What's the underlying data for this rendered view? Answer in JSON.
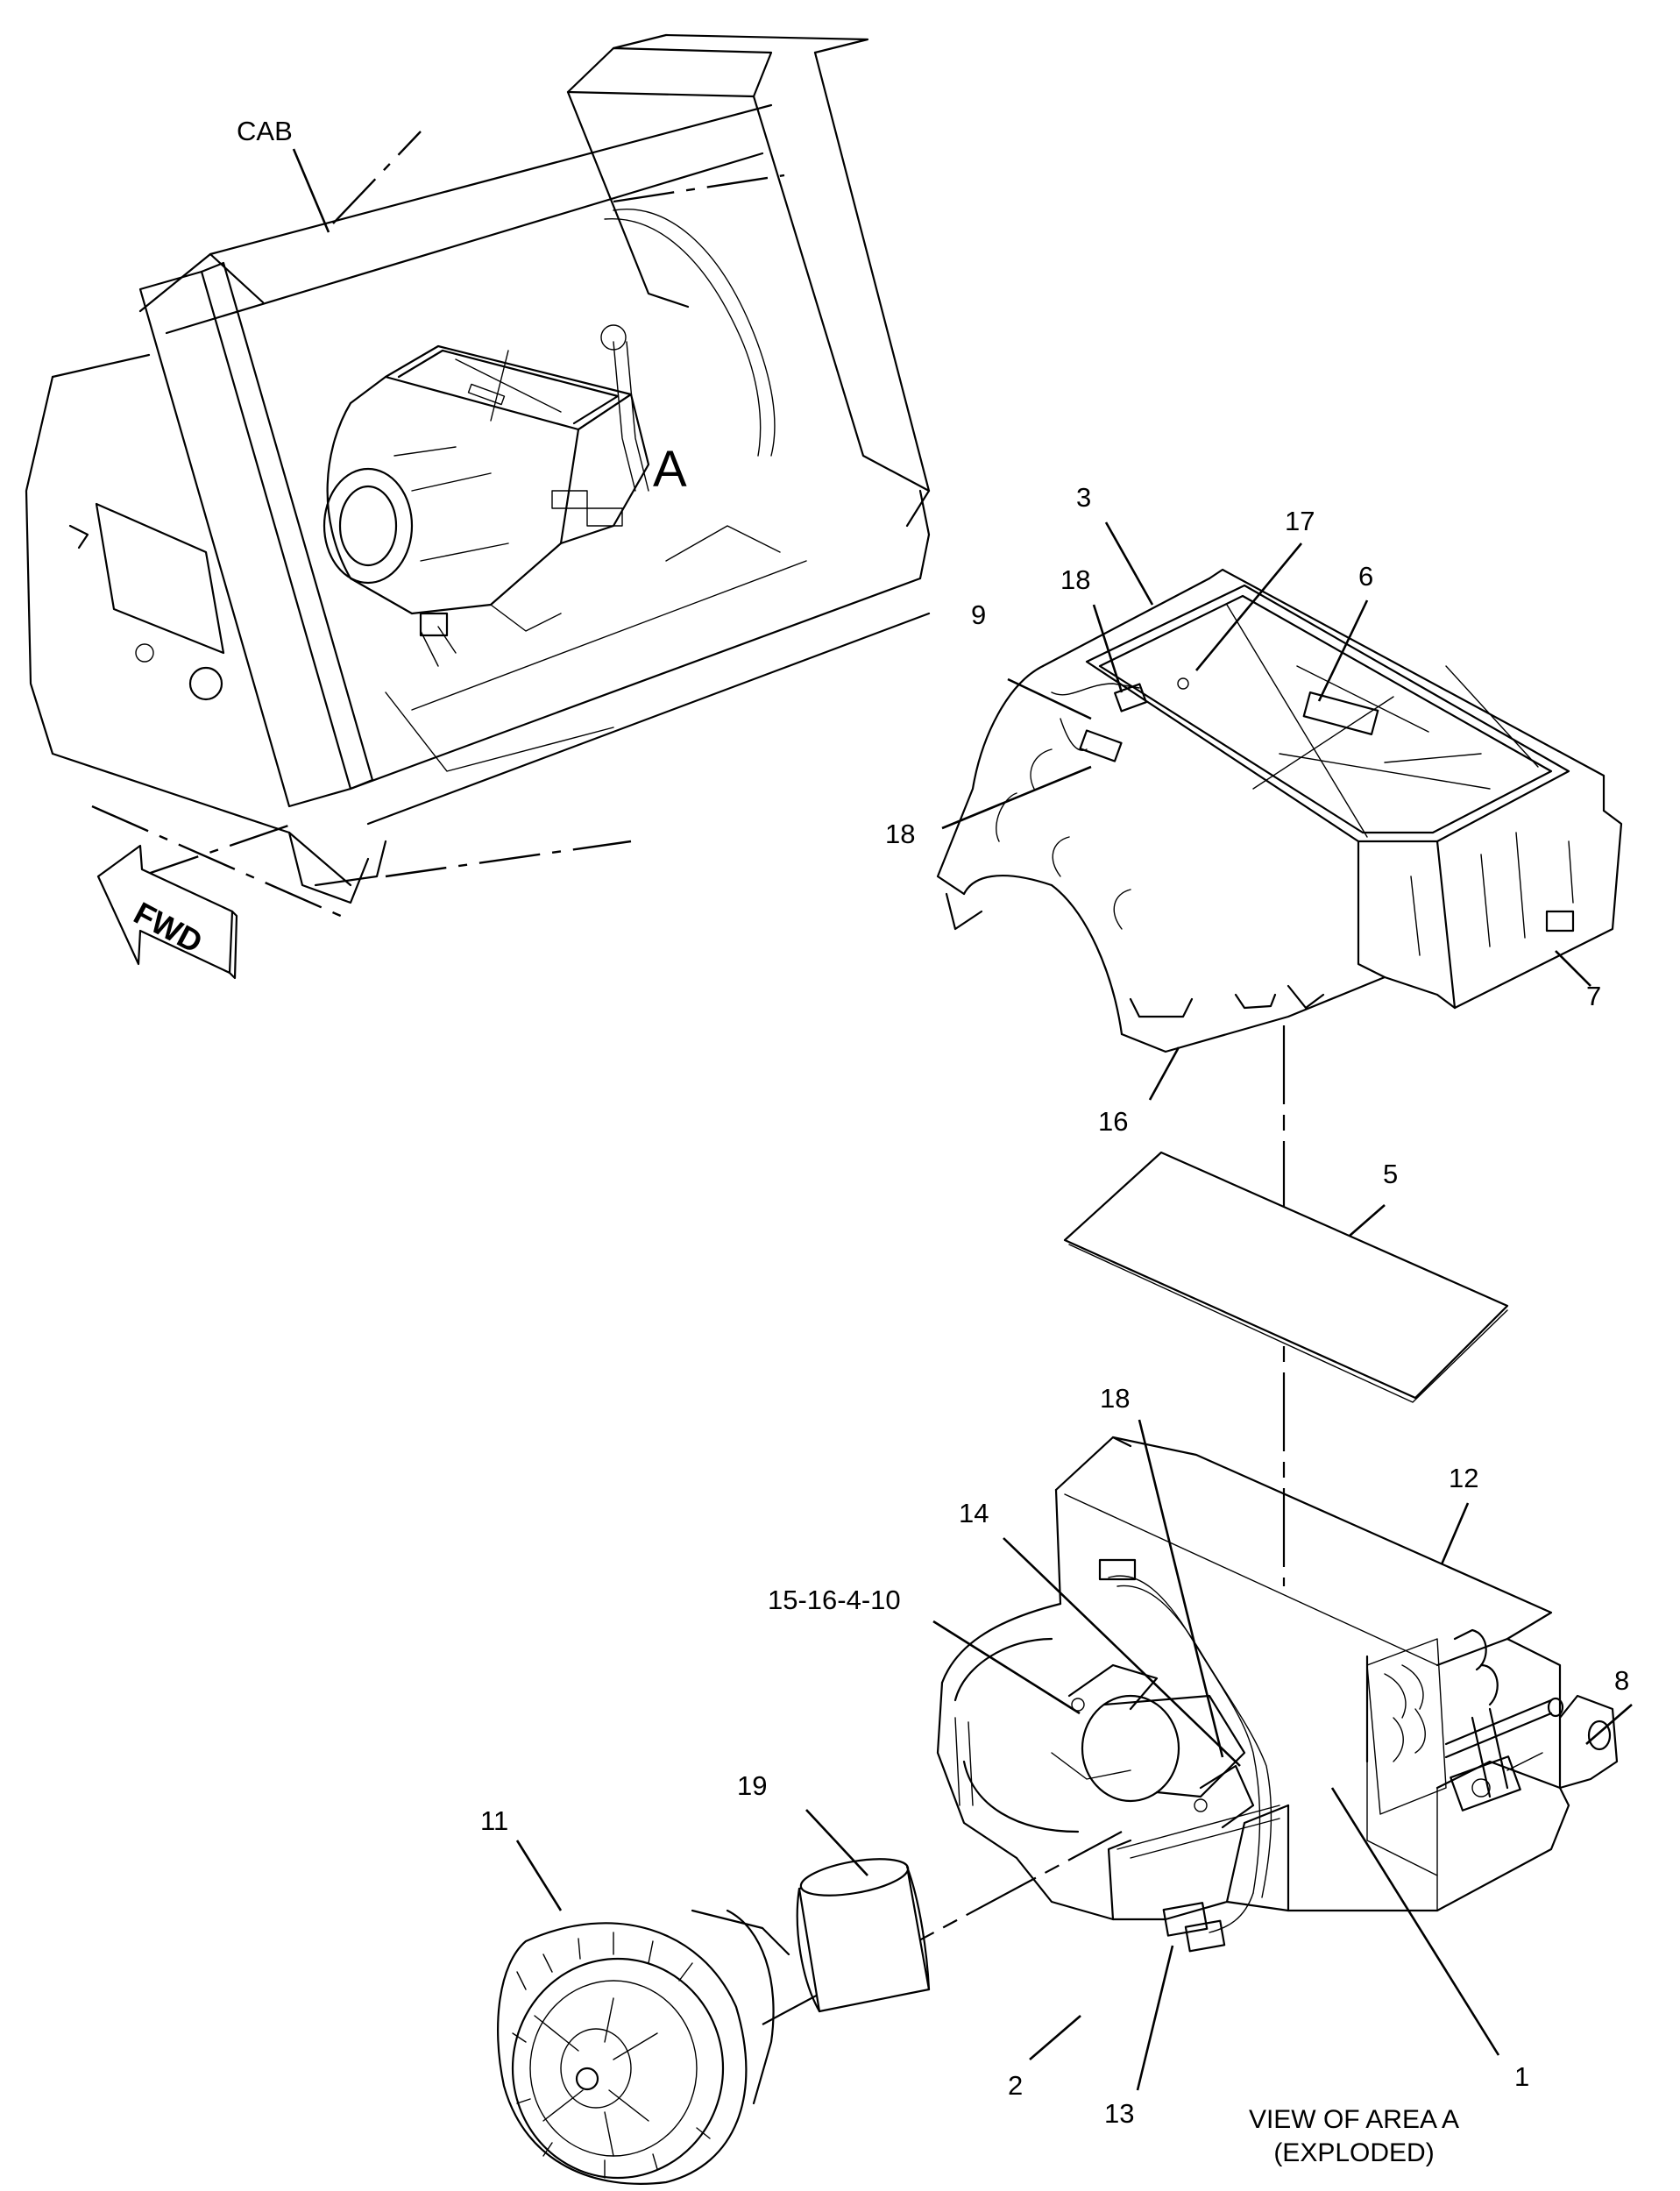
{
  "labels": {
    "cab": "CAB",
    "area": "A",
    "fwd": "FWD",
    "caption_line1": "VIEW OF AREA A",
    "caption_line2": "(EXPLODED)"
  },
  "callouts": {
    "c1": "1",
    "c2": "2",
    "c3": "3",
    "c5": "5",
    "c6": "6",
    "c7": "7",
    "c8": "8",
    "c9": "9",
    "c11": "11",
    "c12": "12",
    "c13": "13",
    "c14": "14",
    "c15_16_4_10": "15-16-4-10",
    "c16": "16",
    "c17": "17",
    "c18a": "18",
    "c18b": "18",
    "c18c": "18",
    "c19": "19"
  }
}
